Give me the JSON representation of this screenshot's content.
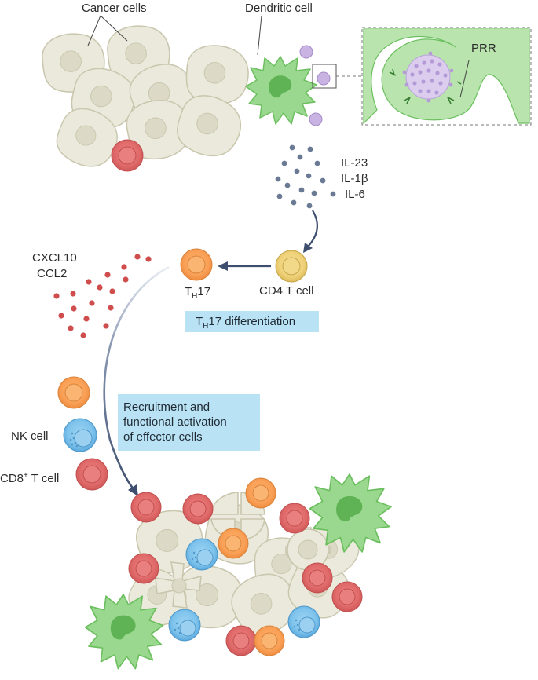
{
  "labels": {
    "cancer_cells": "Cancer cells",
    "dendritic_cell": "Dendritic cell",
    "prr": "PRR",
    "cytokines": [
      "IL-23",
      "IL-1β",
      "IL-6"
    ],
    "chemokines": [
      "CXCL10",
      "CCL2"
    ],
    "th17": {
      "main": "T",
      "sub": "H",
      "tail": "17"
    },
    "cd4": "CD4 T cell",
    "th17_diff": {
      "main": "T",
      "sub": "H",
      "tail": "17 differentiation"
    },
    "recruitment": [
      "Recruitment and",
      "functional activation",
      "of effector cells"
    ],
    "nk_cell": "NK cell",
    "cd8": {
      "main": "CD8",
      "sup": "+",
      "tail": " T cell"
    }
  },
  "colors": {
    "cancer_fill": "#ebe9dc",
    "cancer_stroke": "#c9c6ad",
    "dendritic_fill": "#9bd88f",
    "dendritic_stroke": "#6cbf5f",
    "antigen": "#c9b3e3",
    "cytokine_dot": "#6a7a94",
    "chemokine_dot": "#d04d4d",
    "th17": "#f7a55a",
    "cd4": "#efd27a",
    "nk": "#7ec3ec",
    "cd8": "#e27373",
    "arrow": "#3d4e6e",
    "label_box": "#b9e2f5"
  },
  "icons": [
    "cancer-cell-icon",
    "dendritic-cell-icon",
    "antigen-particle-icon",
    "prr-receptor-icon",
    "cytokine-dot-icon",
    "chemokine-dot-icon",
    "t-cell-icon",
    "nk-cell-icon"
  ]
}
